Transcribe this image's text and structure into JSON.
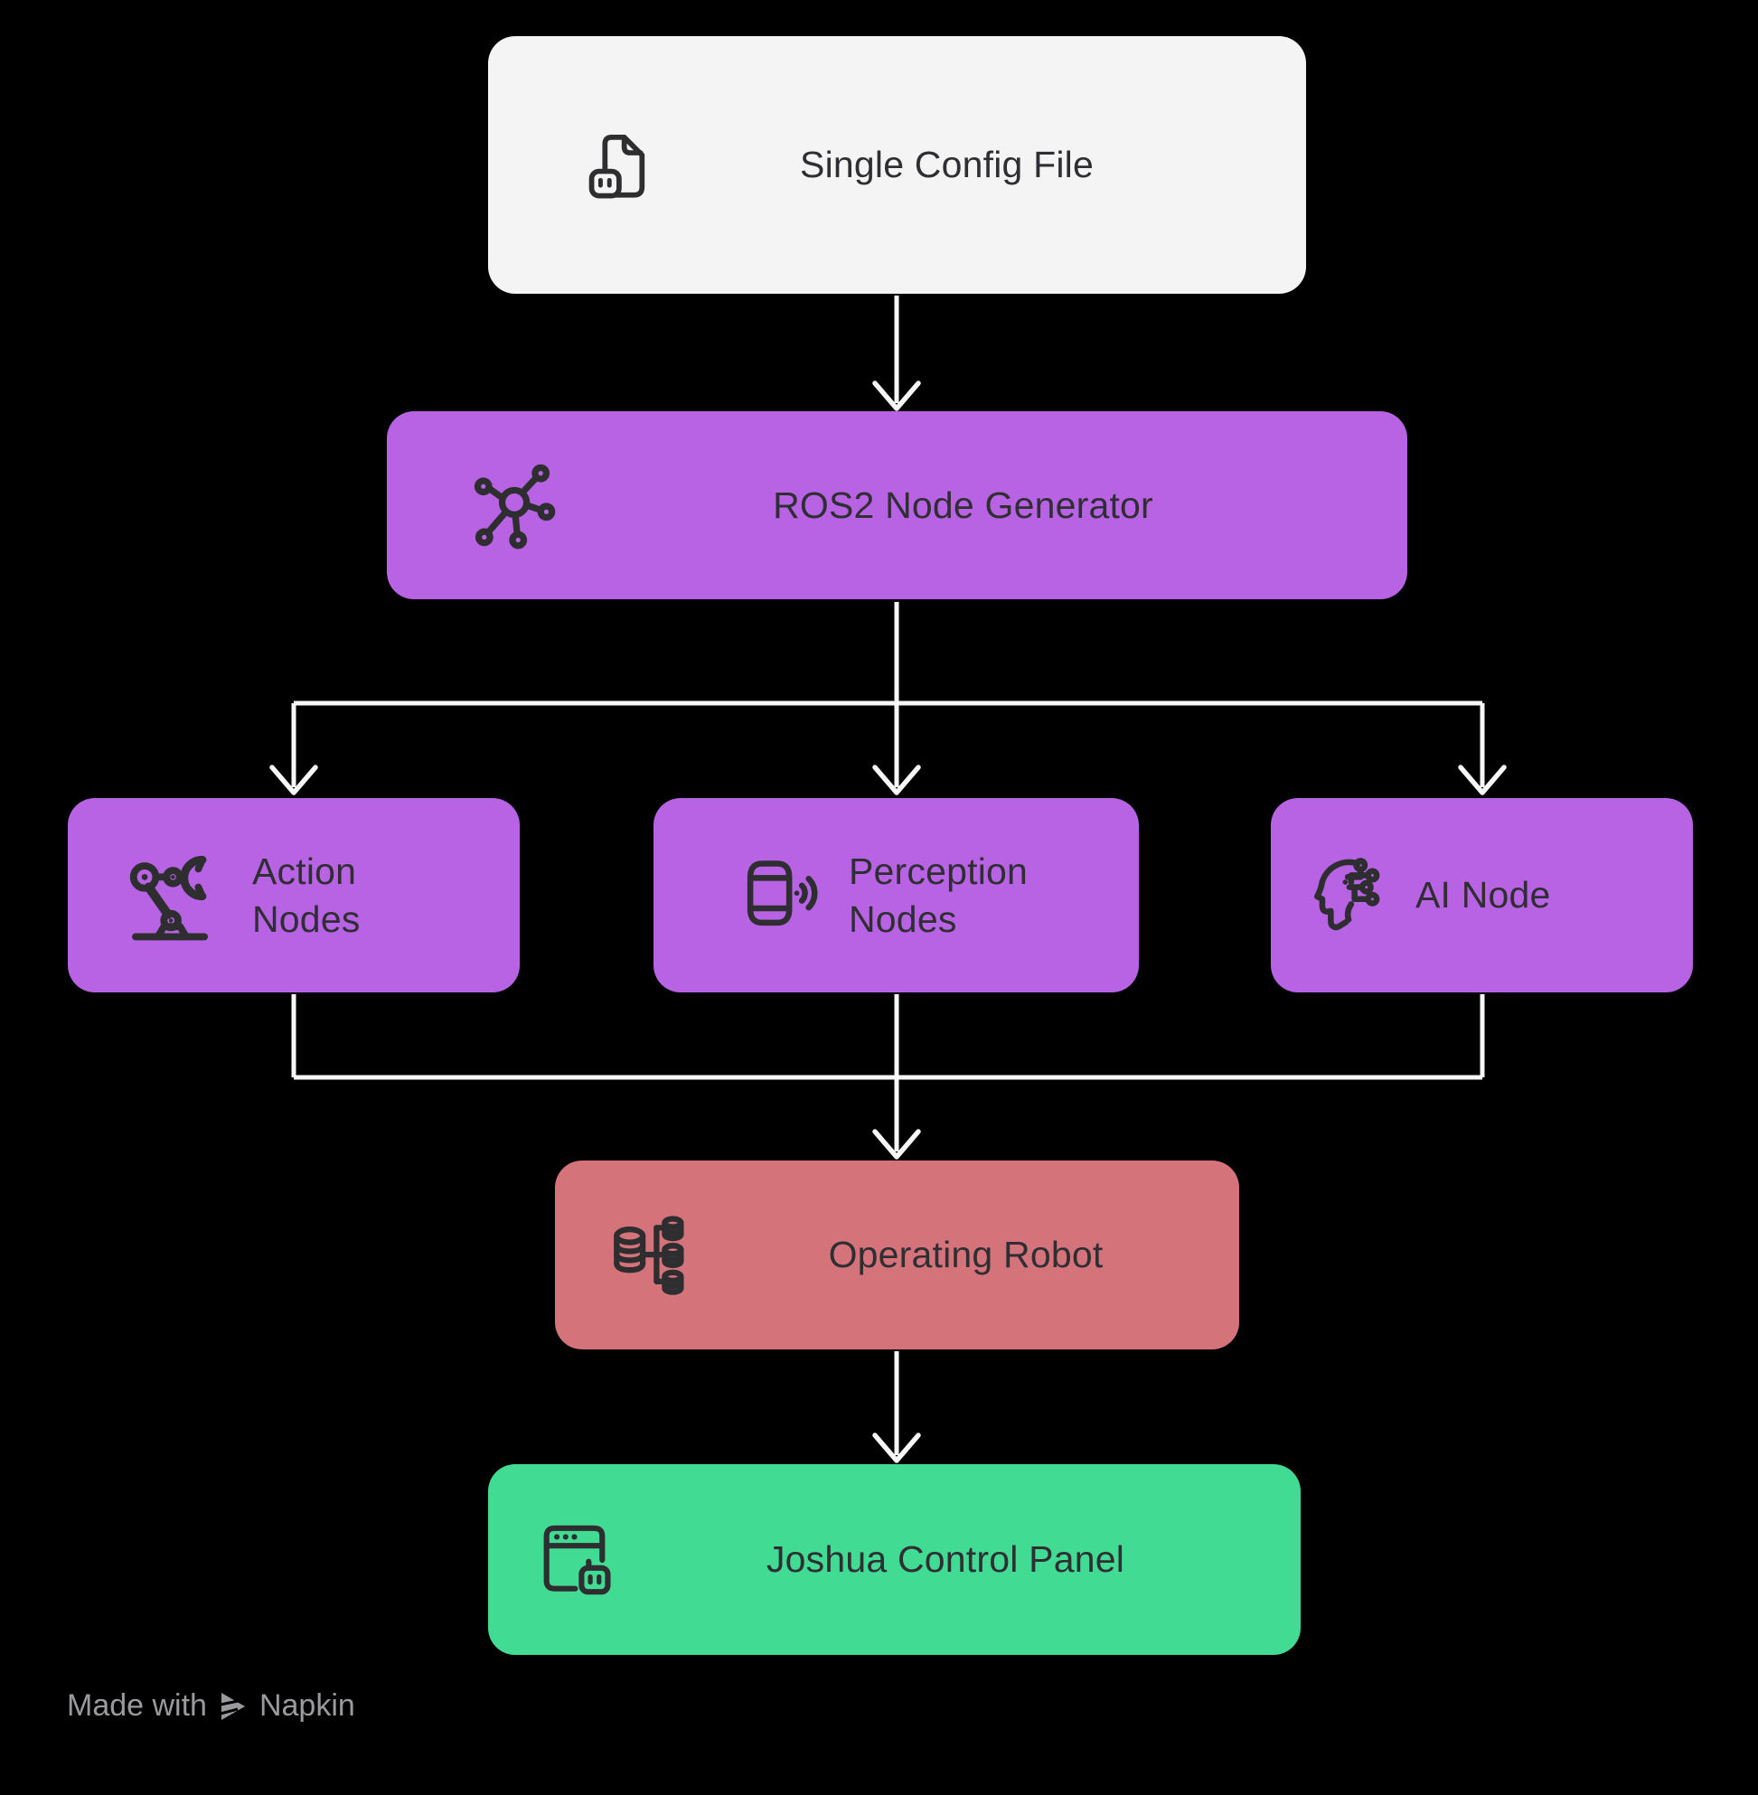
{
  "canvas": {
    "background": "#000000"
  },
  "nodes": {
    "config_file": {
      "label": "Single Config File",
      "icon": "file-robot-icon",
      "bg": "#f4f4f4"
    },
    "ros2_generator": {
      "label": "ROS2 Node Generator",
      "icon": "network-hub-icon",
      "bg": "#b862e4"
    },
    "action_nodes": {
      "label": "Action Nodes",
      "icon": "robot-arm-icon",
      "bg": "#b862e4"
    },
    "perception_nodes": {
      "label": "Perception Nodes",
      "icon": "sensor-signal-icon",
      "bg": "#b862e4"
    },
    "ai_node": {
      "label": "AI Node",
      "icon": "ai-head-icon",
      "bg": "#b862e4"
    },
    "operating_robot": {
      "label": "Operating Robot",
      "icon": "database-branch-icon",
      "bg": "#d5737a"
    },
    "control_panel": {
      "label": "Joshua Control Panel",
      "icon": "browser-robot-icon",
      "bg": "#41db94"
    }
  },
  "edges": [
    {
      "from": "Single Config File",
      "to": "ROS2 Node Generator"
    },
    {
      "from": "ROS2 Node Generator",
      "to": "Action Nodes"
    },
    {
      "from": "ROS2 Node Generator",
      "to": "Perception Nodes"
    },
    {
      "from": "ROS2 Node Generator",
      "to": "AI Node"
    },
    {
      "from": "Action Nodes",
      "to": "Operating Robot"
    },
    {
      "from": "Perception Nodes",
      "to": "Operating Robot"
    },
    {
      "from": "AI Node",
      "to": "Operating Robot"
    },
    {
      "from": "Operating Robot",
      "to": "Joshua Control Panel"
    }
  ],
  "watermark": {
    "made_with": "Made with",
    "brand": "Napkin"
  },
  "colors": {
    "connector": "#f7f7f7",
    "node_text": "#2f2f33",
    "icon_stroke": "#2e2e31",
    "purple": "#b862e4",
    "salmon": "#d5737a",
    "green": "#41db94",
    "light_gray": "#f4f4f4",
    "watermark_text": "#9a9a9e"
  }
}
